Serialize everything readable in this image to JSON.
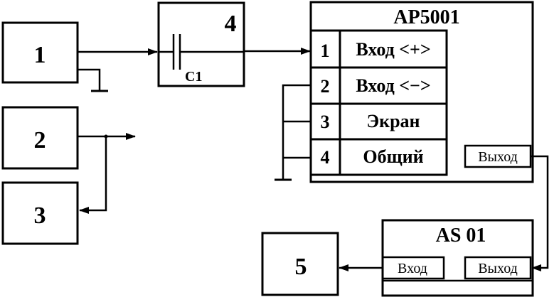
{
  "blocks": {
    "b1": "1",
    "b2": "2",
    "b3": "3",
    "b4": "4",
    "b5": "5"
  },
  "capacitor": "C1",
  "ap5001": {
    "title": "AP5001",
    "pins": [
      {
        "num": "1",
        "label": "Вход <+>"
      },
      {
        "num": "2",
        "label": "Вход <−>"
      },
      {
        "num": "3",
        "label": "Экран"
      },
      {
        "num": "4",
        "label": "Общий"
      }
    ],
    "output": "Выход"
  },
  "as01": {
    "title": "AS 01",
    "input": "Вход",
    "output": "Выход"
  }
}
